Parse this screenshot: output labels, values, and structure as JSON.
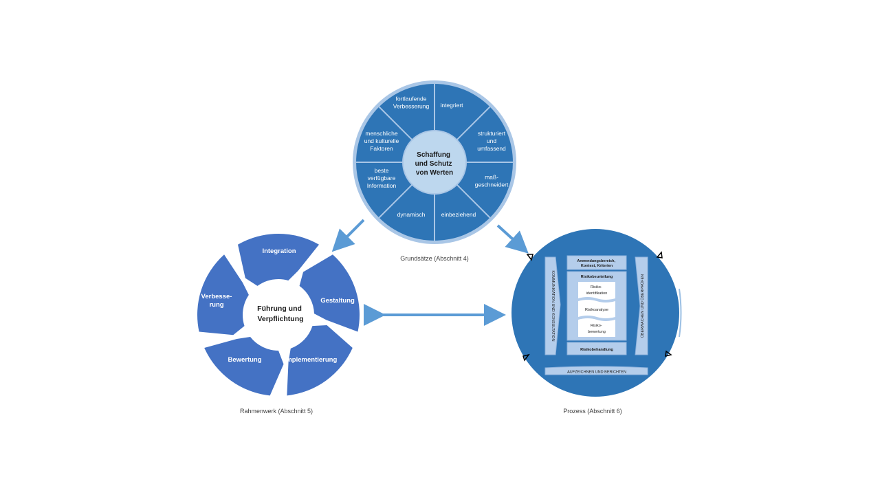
{
  "principles": {
    "caption": "Grundsätze (Abschnitt 4)",
    "center_lines": [
      "Schaffung",
      "und Schutz",
      "von Werten"
    ],
    "segments": [
      {
        "lines": [
          "integriert"
        ]
      },
      {
        "lines": [
          "strukturiert",
          "und",
          "umfassend"
        ]
      },
      {
        "lines": [
          "maß-",
          "geschneidert"
        ]
      },
      {
        "lines": [
          "einbeziehend"
        ]
      },
      {
        "lines": [
          "dynamisch"
        ]
      },
      {
        "lines": [
          "beste",
          "verfügbare",
          "Information"
        ]
      },
      {
        "lines": [
          "menschliche",
          "und kulturelle",
          "Faktoren"
        ]
      },
      {
        "lines": [
          "fortlaufende",
          "Verbesserung"
        ]
      }
    ]
  },
  "framework": {
    "caption": "Rahmenwerk (Abschnitt 5)",
    "center_lines": [
      "Führung und",
      "Verpflichtung"
    ],
    "segments": [
      {
        "lines": [
          "Integration"
        ]
      },
      {
        "lines": [
          "Gestaltung"
        ]
      },
      {
        "lines": [
          "Implementierung"
        ]
      },
      {
        "lines": [
          "Bewertung"
        ]
      },
      {
        "lines": [
          "Verbesse-",
          "rung"
        ]
      }
    ]
  },
  "process": {
    "caption": "Prozess (Abschnitt 6)",
    "left_bar": "KOMMUNIKATION UND KONSULTATION",
    "right_bar": "ÜBERWACHEN UND ÜBERPRÜFEN",
    "scope_lines": [
      "Anwendungsbereich,",
      "Kontext, Kriterien"
    ],
    "assessment_title": "Risikobeurteilung",
    "steps": [
      {
        "lines": [
          "Risiko-",
          "identifikation"
        ]
      },
      {
        "lines": [
          "Risikoanalyse"
        ]
      },
      {
        "lines": [
          "Risiko-",
          "bewertung"
        ]
      }
    ],
    "treatment": "Risikobehandlung",
    "bottom_bar": "AUFZEICHNEN UND BERICHTEN"
  },
  "colors": {
    "principles_ring": "#A9C6E6",
    "principles_segment": "#2E75B6",
    "principles_center": "#BDD7EE",
    "framework_segment": "#4472C4",
    "process_circle": "#2E75B6",
    "process_box": "#B4CDEB",
    "arrow": "#5B9BD5",
    "caption": "#404040"
  }
}
